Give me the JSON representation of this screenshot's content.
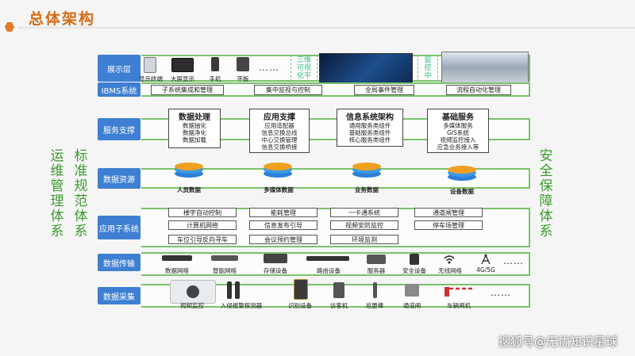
{
  "header": {
    "title": "总体架构"
  },
  "left_side": {
    "col1": "运维管理体系",
    "col2": "标准规范体系"
  },
  "right_side": {
    "col1": "安全保障体系"
  },
  "layers": {
    "display": {
      "label": "展示层",
      "devices": [
        "显示终端",
        "大屏显示",
        "手机",
        "平板"
      ],
      "dots": "……",
      "panel1_text": "三维可视化平",
      "panel2_text": "监控中"
    },
    "ibms": {
      "label": "IBMS系统",
      "boxes": [
        "子系统集成和管理",
        "集中监视与控制",
        "全局事件管理",
        "流程自动化管理"
      ]
    },
    "service": {
      "label": "服务支撑",
      "groups": [
        {
          "title": "数据处理",
          "items": [
            "数据抽化",
            "数据净化",
            "数据加载"
          ]
        },
        {
          "title": "应用支撑",
          "items": [
            "应用适配器",
            "信息交换总线",
            "中心交换管理",
            "信息交换桥接"
          ]
        },
        {
          "title": "信息系统架构",
          "items": [
            "通用服务类组件",
            "基础服务类组件",
            "核心服务类组件"
          ]
        },
        {
          "title": "基础服务",
          "items": [
            "多媒体服务",
            "GIS系统",
            "视频监控接入",
            "应急业务接入等"
          ]
        }
      ]
    },
    "data_resource": {
      "label": "数据资源",
      "items": [
        "人员数据",
        "多媒体数据",
        "业务数据",
        "设备数据"
      ]
    },
    "app_subsystem": {
      "label": "应用子系统",
      "boxes": [
        "楼宇自动控制",
        "能耗管理",
        "一卡通系统",
        "通道闸管理",
        "计算机网络",
        "信息发布引导",
        "视频安防监控",
        "停车场管理",
        "车位引导反向寻车",
        "会议预约管理",
        "环境监测"
      ]
    },
    "transport": {
      "label": "数据传输",
      "items": [
        "数据网络",
        "智能网络",
        "存储设备",
        "路由设备",
        "服务器",
        "安全设备",
        "无线网络",
        "4G/5G"
      ],
      "dots": "……"
    },
    "collect": {
      "label": "数据采集",
      "items": [
        "视频监控",
        "入侵报警探测器",
        "识别设备",
        "访客机",
        "巡更棒",
        "通道闸",
        "车辆闸机"
      ],
      "dots": "……"
    }
  },
  "watermark": "搜狐号@无忧知识星球"
}
